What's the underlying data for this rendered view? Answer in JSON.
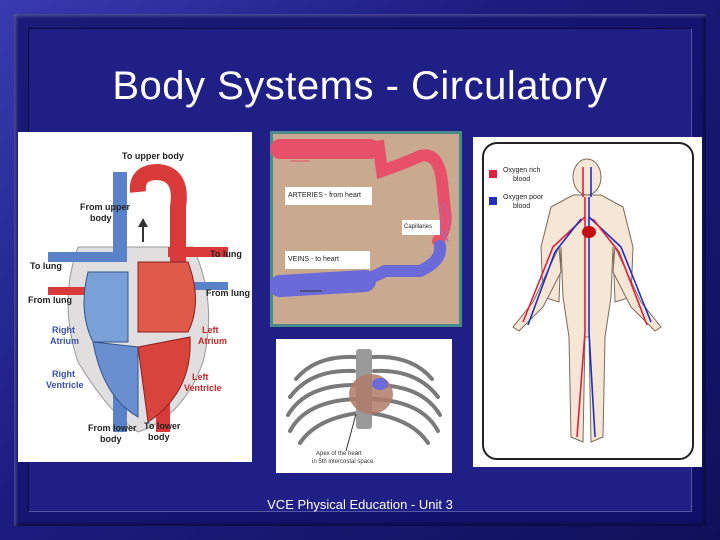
{
  "slide": {
    "title": "Body Systems - Circulatory",
    "footer": "VCE Physical Education - Unit 3"
  },
  "heart_diagram": {
    "labels": {
      "to_upper_body": "To upper body",
      "from_upper_body_1": "From upper",
      "from_upper_body_2": "body",
      "to_lung_left": "To lung",
      "to_lung_right": "To lung",
      "from_lung_left": "From lung",
      "from_lung_right": "From lung",
      "right_atrium_1": "Right",
      "right_atrium_2": "Atrium",
      "left_atrium_1": "Left",
      "left_atrium_2": "Atrium",
      "right_ventricle_1": "Right",
      "right_ventricle_2": "Ventricle",
      "left_ventricle_1": "Left",
      "left_ventricle_2": "Ventricle",
      "from_lower_body_1": "From lower",
      "from_lower_body_2": "body",
      "to_lower_body_1": "To lower",
      "to_lower_body_2": "body"
    }
  },
  "vessels_diagram": {
    "labels": {
      "arteries": "ARTERIES - from heart",
      "capillaries": "Capillaries",
      "veins": "VEINS - to heart"
    },
    "colors": {
      "artery": "#e8506a",
      "vein": "#6a6ad8",
      "background": "#c9a98f"
    }
  },
  "ribcage_diagram": {
    "caption_1": "Apex of the heart",
    "caption_2": "in 5th intercostal space"
  },
  "body_diagram": {
    "legend": [
      {
        "label_1": "Oxygen rich",
        "label_2": "blood",
        "color": "#e0203c"
      },
      {
        "label_1": "Oxygen poor",
        "label_2": "blood",
        "color": "#2030c0"
      }
    ]
  }
}
